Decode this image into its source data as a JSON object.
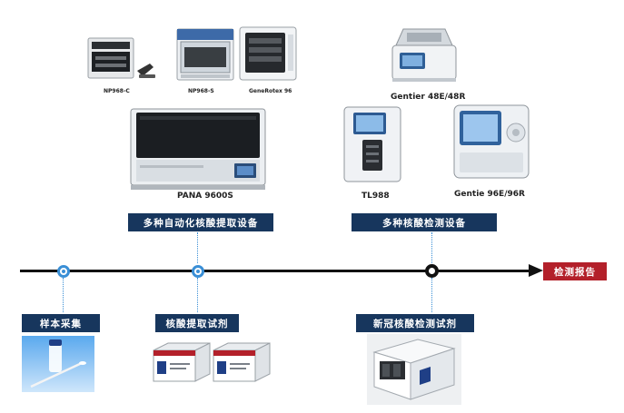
{
  "devices": {
    "np968c": "NP968-C",
    "np968s": "NP968-S",
    "generotex": "GeneRotex 96",
    "pana": "PANA 9600S",
    "gentier48": "Gentier 48E/48R",
    "tl988": "TL988",
    "gentie96": "Gentie 96E/96R"
  },
  "banners": {
    "extraction_equipment": "多种自动化核酸提取设备",
    "detection_equipment": "多种核酸检测设备",
    "sample_collection": "样本采集",
    "extraction_reagent": "核酸提取试剂",
    "covid_detection_reagent": "新冠核酸检测试剂",
    "detection_report": "检测报告"
  },
  "colors": {
    "banner": "#17365d",
    "report": "#b3202a",
    "node_blue": "#3a8fd6",
    "timeline": "#111111"
  }
}
